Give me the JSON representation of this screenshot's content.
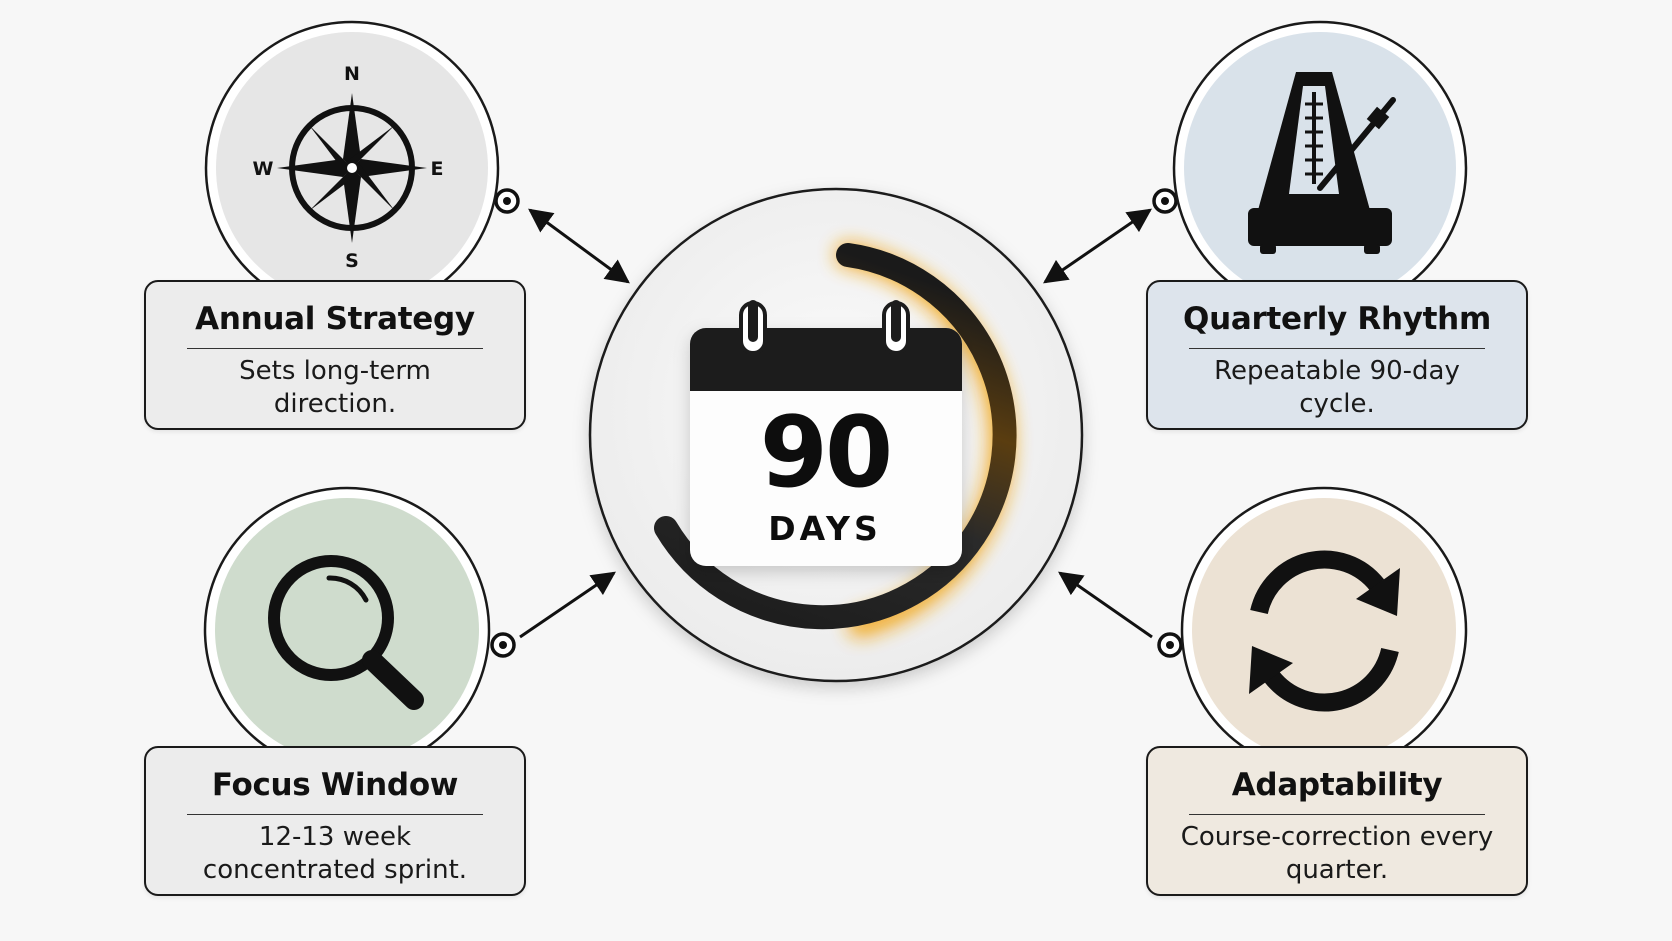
{
  "center": {
    "number": "90",
    "unit": "DAYS"
  },
  "compass_labels": {
    "n": "N",
    "s": "S",
    "e": "E",
    "w": "W"
  },
  "cards": {
    "annual": {
      "title": "Annual Strategy",
      "desc": "Sets long-term direction.",
      "icon": "compass-icon",
      "color": "#e6e6e6"
    },
    "quarterly": {
      "title": "Quarterly Rhythm",
      "desc": "Repeatable 90-day cycle.",
      "icon": "metronome-icon",
      "color": "#d9e2ea"
    },
    "focus": {
      "title": "Focus Window",
      "desc": "12-13 week concentrated sprint.",
      "icon": "magnifier-icon",
      "color": "#cfdccd"
    },
    "adapt": {
      "title": "Adaptability",
      "desc": "Course-correction every quarter.",
      "icon": "refresh-icon",
      "color": "#ece2d4"
    }
  },
  "colors": {
    "accent_glow": "#f2a516",
    "ink": "#111111"
  }
}
